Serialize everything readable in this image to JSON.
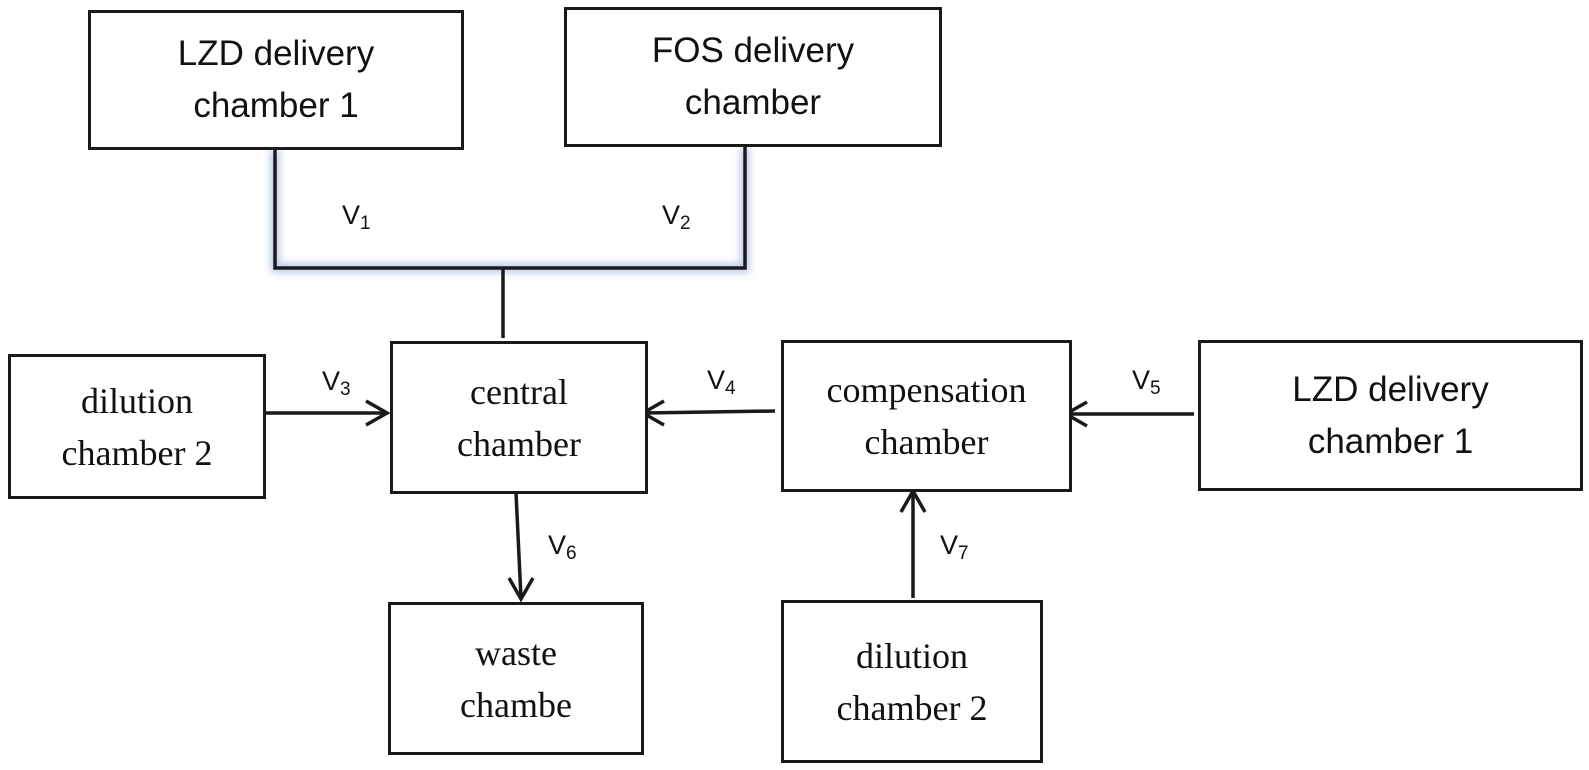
{
  "chambers": {
    "lzd_top": {
      "line1": "LZD delivery",
      "line2": "chamber 1"
    },
    "fos_top": {
      "line1": "FOS delivery",
      "line2": "chamber"
    },
    "dilution_left": {
      "line1": "dilution",
      "line2": "chamber 2"
    },
    "central": {
      "line1": "central",
      "line2": "chamber"
    },
    "compensation": {
      "line1": "compensation",
      "line2": "chamber"
    },
    "lzd_right": {
      "line1": "LZD delivery",
      "line2": "chamber 1"
    },
    "waste": {
      "line1": "waste",
      "line2": "chambe"
    },
    "dilution_bottom": {
      "line1": "dilution",
      "line2": "chamber 2"
    }
  },
  "flows": {
    "v1": {
      "letter": "V",
      "index": "1"
    },
    "v2": {
      "letter": "V",
      "index": "2"
    },
    "v3": {
      "letter": "V",
      "index": "3"
    },
    "v4": {
      "letter": "V",
      "index": "4"
    },
    "v5": {
      "letter": "V",
      "index": "5"
    },
    "v6": {
      "letter": "V",
      "index": "6"
    },
    "v7": {
      "letter": "V",
      "index": "7"
    }
  },
  "colors": {
    "line": "#1a1a1a",
    "glow": "#b7c6e8"
  }
}
